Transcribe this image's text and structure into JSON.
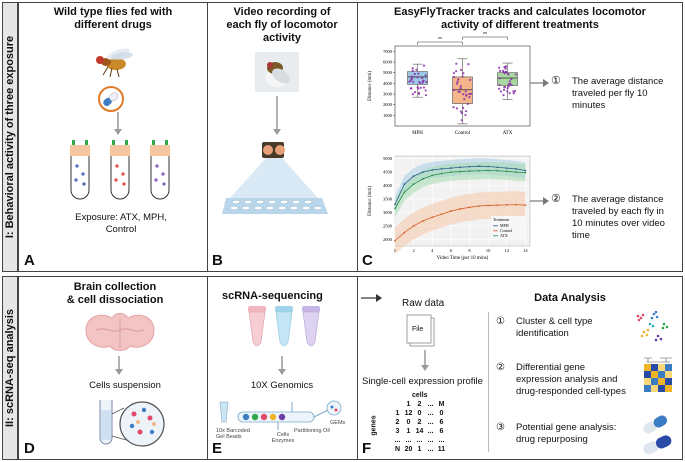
{
  "section1": {
    "side_label": "I: Behavioral activity of three exposure",
    "panelA": {
      "letter": "A",
      "title_line1": "Wild type flies fed with",
      "title_line2": "different drugs",
      "exposure_line1": "Exposure: ATX, MPH,",
      "exposure_line2": "Control"
    },
    "panelB": {
      "letter": "B",
      "title_line1": "Video recording of",
      "title_line2": "each fly of locomotor",
      "title_line3": "activity"
    },
    "panelC": {
      "letter": "C",
      "title_line1": "EasyFlyTracker tracks and calculates locomotor",
      "title_line2": "activity of different treatments",
      "note1_num": "①",
      "note1_line1": "The average distance",
      "note1_line2": "traveled per fly 10",
      "note1_line3": "minutes",
      "note2_num": "②",
      "note2_line1": "The average distance",
      "note2_line2": "traveled by each fly in",
      "note2_line3": "10 minutes over video",
      "note2_line4": "time"
    }
  },
  "section2": {
    "side_label": "II: scRNA-seq analysis",
    "panelD": {
      "letter": "D",
      "title_line1": "Brain collection",
      "title_line2": "& cell dissociation",
      "suspension": "Cells suspension"
    },
    "panelE": {
      "letter": "E",
      "title": "scRNA-sequencing",
      "genomics": "10X Genomics",
      "lbl_beads_1": "10x Barcoded",
      "lbl_beads_2": "Gel Beads",
      "lbl_cells_1": "Cells",
      "lbl_cells_2": "Enzymes",
      "lbl_oil": "Partitioning Oil",
      "lbl_gems": "GEMs"
    },
    "panelF": {
      "letter": "F",
      "raw_data": "Raw data",
      "file": "File",
      "profile": "Single-cell expression profile",
      "matrix_cells": "cells",
      "matrix_genes": "genes",
      "matrix_header": [
        "1",
        "2",
        "...",
        "M"
      ],
      "matrix_rows": [
        [
          "1",
          "12",
          "0",
          "...",
          "0"
        ],
        [
          "2",
          "0",
          "2",
          "...",
          "6"
        ],
        [
          "3",
          "1",
          "14",
          "...",
          "6"
        ],
        [
          "...",
          "...",
          "...",
          "...",
          "..."
        ],
        [
          "N",
          "20",
          "1",
          "...",
          "11"
        ]
      ],
      "analysis_title": "Data Analysis",
      "item1_num": "①",
      "item1_line1": "Cluster & cell type",
      "item1_line2": "identification",
      "item2_num": "②",
      "item2_line1": "Differential gene",
      "item2_line2": "expression analysis and",
      "item2_line3": "drug-responded cell-types",
      "item3_num": "③",
      "item3_line1": "Potential gene analysis:",
      "item3_line2": "drug repurposing"
    }
  },
  "colors": {
    "mph": "#9ec9e6",
    "control": "#f4b58a",
    "atx": "#a8d8a0",
    "dots": "#8a2fa8",
    "line_mph": "#2d5f8a",
    "line_control": "#d9602a",
    "line_atx": "#2a8a4a",
    "panel_border": "#444444",
    "side_bg": "#e6e6e6"
  },
  "chart_data": [
    {
      "type": "box",
      "categories": [
        "MPH",
        "Control",
        "ATX"
      ],
      "ylabel": "Distance (mm)",
      "yticks": [
        "7000",
        "6000",
        "5000",
        "4000",
        "3000",
        "2000",
        "1000"
      ],
      "ylim": [
        0,
        7500
      ],
      "boxes": [
        {
          "name": "MPH",
          "q1": 3900,
          "median": 4600,
          "q3": 5100,
          "min": 2700,
          "max": 5800
        },
        {
          "name": "Control",
          "q1": 2100,
          "median": 3400,
          "q3": 4600,
          "min": 200,
          "max": 6300
        },
        {
          "name": "ATX",
          "q1": 3800,
          "median": 4500,
          "q3": 5000,
          "min": 2500,
          "max": 5900
        }
      ],
      "significance": [
        {
          "pair": [
            "MPH",
            "Control"
          ],
          "label": "**"
        },
        {
          "pair": [
            "Control",
            "ATX"
          ],
          "label": "**"
        }
      ]
    },
    {
      "type": "line",
      "xlabel": "Video Time (per 10 mins)",
      "ylabel": "Distance (mm)",
      "x": [
        0,
        1,
        2,
        3,
        4,
        5,
        6,
        7,
        8,
        9,
        10,
        11,
        12,
        13,
        14
      ],
      "xticks": [
        "0",
        "2",
        "4",
        "6",
        "8",
        "10",
        "12",
        "14"
      ],
      "yticks": [
        "5000",
        "4500",
        "4000",
        "3500",
        "3000",
        "2500",
        "2000"
      ],
      "ylim": [
        1750,
        5100
      ],
      "legend_title": "Treatment",
      "series": [
        {
          "name": "MPH",
          "values": [
            3300,
            4050,
            4350,
            4500,
            4580,
            4620,
            4650,
            4680,
            4700,
            4720,
            4710,
            4680,
            4650,
            4620,
            4560
          ]
        },
        {
          "name": "Control",
          "values": [
            1950,
            2250,
            2500,
            2680,
            2820,
            2930,
            3050,
            3130,
            3190,
            3240,
            3260,
            3270,
            3280,
            3290,
            3270
          ]
        },
        {
          "name": "ATX",
          "values": [
            3150,
            3750,
            4050,
            4250,
            4380,
            4450,
            4500,
            4520,
            4540,
            4550,
            4560,
            4550,
            4530,
            4500,
            4480
          ]
        }
      ]
    }
  ]
}
